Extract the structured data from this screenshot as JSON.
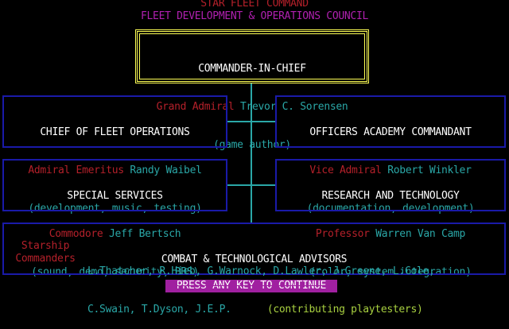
{
  "header": {
    "line1": "STAR FLEET COMMAND",
    "line2": "FLEET DEVELOPMENT & OPERATIONS COUNCIL"
  },
  "cic": {
    "title": "COMMANDER-IN-CHIEF",
    "rank": "Grand Admiral",
    "name": "Trevor C. Sorensen",
    "role": "(game author)"
  },
  "cfo": {
    "title": "CHIEF OF FLEET OPERATIONS",
    "rank": "Admiral Emeritus",
    "name": "Randy Waibel",
    "role": "(development, music, testing)"
  },
  "oac": {
    "title": "OFFICERS ACADEMY COMMANDANT",
    "rank": "Vice Admiral",
    "name": "Robert Winkler",
    "role": "(documentation, development)"
  },
  "ss": {
    "title": "SPECIAL SERVICES",
    "rank": "Commodore",
    "name": "Jeff Bertsch",
    "role": "(sound, demo, security, BBS)"
  },
  "rt": {
    "title": "RESEARCH AND TECHNOLOGY",
    "rank": "Professor",
    "name": "Warren Van Camp",
    "role": "(color, system integration)"
  },
  "advisors": {
    "title": "COMBAT & TECHNOLOGICAL ADVISORS",
    "label1": "Starship",
    "label2": "Commanders",
    "names1": "L.Thatcher, R.Hieb, G.Warnock, D.Lawler, J.Greene, L.Cole,",
    "names2": "C.Swain, T.Dyson, J.E.P.",
    "role": "(contributing playtesters)"
  },
  "prompt": "PRESS ANY KEY TO CONTINUE",
  "colors": {
    "red": "#b4202a",
    "magenta": "#b020b0",
    "cyan": "#2aa7a7",
    "white": "#ffffff",
    "yellow": "#ffff55",
    "blue": "#1a1aa8"
  }
}
